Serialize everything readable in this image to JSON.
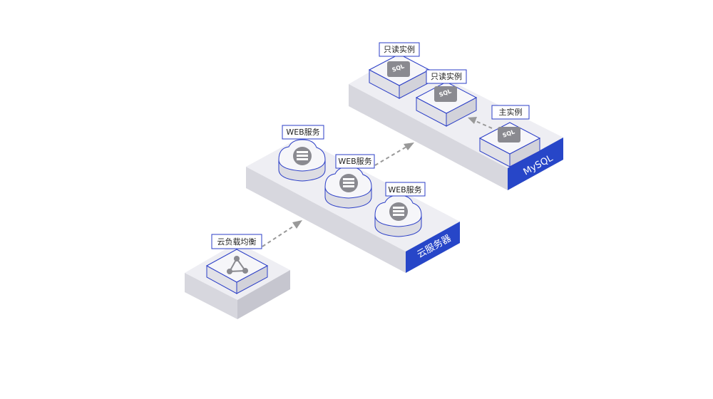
{
  "colors": {
    "accent_blue": "#2746c8",
    "platform_top": "#eeeef3",
    "icon_gray": "#8a8a90",
    "arrow_gray": "#999999"
  },
  "platforms": {
    "web_layer": "云服务器",
    "db_layer": "MySQL"
  },
  "nodes": {
    "load_balancer": {
      "label": "云负载均衡",
      "icon": "share-nodes-icon"
    },
    "web_1": {
      "label": "WEB服务",
      "icon": "server-cloud-icon"
    },
    "web_2": {
      "label": "WEB服务",
      "icon": "server-cloud-icon"
    },
    "web_3": {
      "label": "WEB服务",
      "icon": "server-cloud-icon"
    },
    "readonly_1": {
      "label": "只读实例",
      "icon": "sql-database-icon",
      "badge": "SQL"
    },
    "readonly_2": {
      "label": "只读实例",
      "icon": "sql-database-icon",
      "badge": "SQL"
    },
    "primary": {
      "label": "主实例",
      "icon": "sql-database-icon",
      "badge": "SQL"
    }
  }
}
